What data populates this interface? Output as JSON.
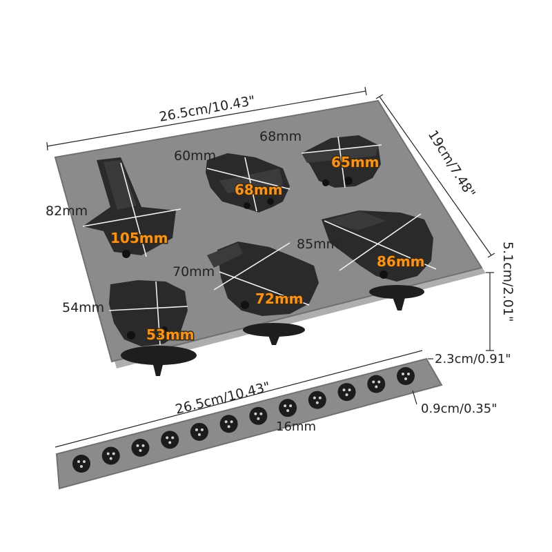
{
  "colors": {
    "tray": "#8a8b8d",
    "tray_edge": "#6f7072",
    "cavity": "#2a2a2c",
    "label_accent": "#f7931e",
    "label_text": "#222222"
  },
  "tray": {
    "width_label": "26.5cm/10.43\"",
    "depth_label": "19cm/7.48\"",
    "height_label": "5.1cm/2.01\""
  },
  "cavities": {
    "witch_hat": {
      "height_label": "82mm",
      "width_label": "105mm"
    },
    "bat_face": {
      "height_label": "60mm",
      "width_label": "68mm"
    },
    "cat_face": {
      "height_label": "68mm",
      "width_label": "65mm"
    },
    "brim_hat": {
      "height_label": "85mm",
      "width_label": "86mm"
    },
    "pumpkin_hat": {
      "height_label": "70mm",
      "width_label": "72mm"
    },
    "small_face": {
      "height_label": "54mm",
      "width_label": "53mm"
    }
  },
  "strip": {
    "length_label": "26.5cm/10.43\"",
    "width_label": "2.3cm/0.91\"",
    "thickness_label": "0.9cm/0.35\"",
    "eye_diameter_label": "16mm",
    "eye_count": 12
  }
}
